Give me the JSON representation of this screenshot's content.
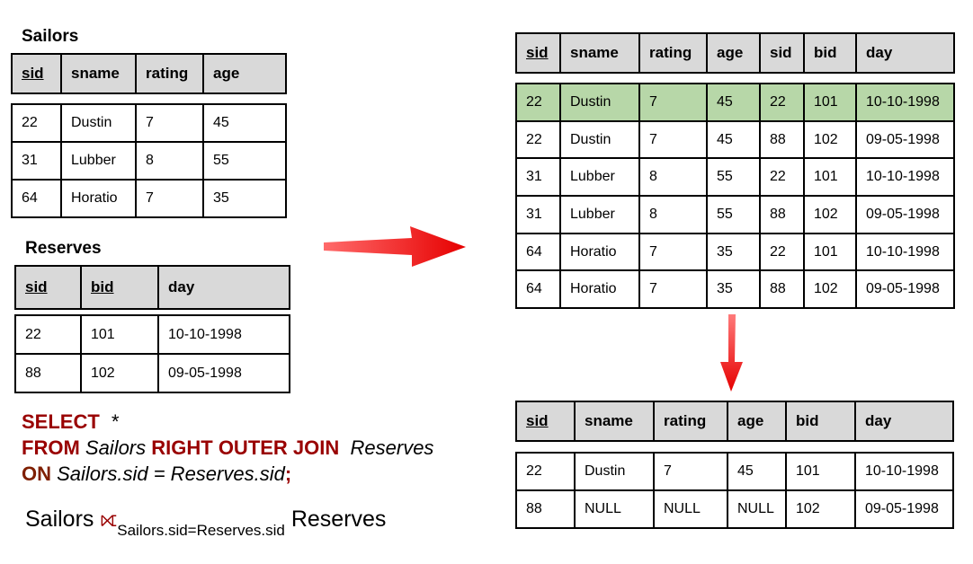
{
  "sailors": {
    "title": "Sailors",
    "headers": [
      {
        "label": "sid",
        "key": true
      },
      {
        "label": "sname",
        "key": false
      },
      {
        "label": "rating",
        "key": false
      },
      {
        "label": "age",
        "key": false
      }
    ],
    "rows": [
      [
        "22",
        "Dustin",
        "7",
        "45"
      ],
      [
        "31",
        "Lubber",
        "8",
        "55"
      ],
      [
        "64",
        "Horatio",
        "7",
        "35"
      ]
    ]
  },
  "reserves": {
    "title": "Reserves",
    "headers": [
      {
        "label": "sid",
        "key": true
      },
      {
        "label": "bid",
        "key": true
      },
      {
        "label": "day",
        "key": false
      }
    ],
    "rows": [
      [
        "22",
        "101",
        "10-10-1998"
      ],
      [
        "88",
        "102",
        "09-05-1998"
      ]
    ]
  },
  "cross": {
    "headers": [
      {
        "label": "sid",
        "key": true
      },
      {
        "label": "sname",
        "key": false
      },
      {
        "label": "rating",
        "key": false
      },
      {
        "label": "age",
        "key": false
      },
      {
        "label": "sid",
        "key": false
      },
      {
        "label": "bid",
        "key": false
      },
      {
        "label": "day",
        "key": false
      }
    ],
    "rows": [
      [
        "22",
        "Dustin",
        "7",
        "45",
        "22",
        "101",
        "10-10-1998"
      ],
      [
        "22",
        "Dustin",
        "7",
        "45",
        "88",
        "102",
        "09-05-1998"
      ],
      [
        "31",
        "Lubber",
        "8",
        "55",
        "22",
        "101",
        "10-10-1998"
      ],
      [
        "31",
        "Lubber",
        "8",
        "55",
        "88",
        "102",
        "09-05-1998"
      ],
      [
        "64",
        "Horatio",
        "7",
        "35",
        "22",
        "101",
        "10-10-1998"
      ],
      [
        "64",
        "Horatio",
        "7",
        "35",
        "88",
        "102",
        "09-05-1998"
      ]
    ],
    "highlight_row": 0,
    "highlight_color": "#b7d7a8"
  },
  "result": {
    "headers": [
      {
        "label": "sid",
        "key": true
      },
      {
        "label": "sname",
        "key": false
      },
      {
        "label": "rating",
        "key": false
      },
      {
        "label": "age",
        "key": false
      },
      {
        "label": "bid",
        "key": false
      },
      {
        "label": "day",
        "key": false
      }
    ],
    "rows": [
      [
        "22",
        "Dustin",
        "7",
        "45",
        "101",
        "10-10-1998"
      ],
      [
        "88",
        "NULL",
        "NULL",
        "NULL",
        "102",
        "09-05-1998"
      ]
    ]
  },
  "sql": {
    "select_kw": "SELECT",
    "star": "*",
    "from_kw": "FROM",
    "left_table": "Sailors",
    "join_kw": "RIGHT OUTER JOIN",
    "right_table": "Reserves",
    "on_kw": "ON",
    "condition": "Sailors.sid = Reserves.sid",
    "semicolon": ";"
  },
  "expression": {
    "left": "Sailors",
    "operator": "⟖",
    "subscript": "Sailors.sid=Reserves.sid",
    "right": "Reserves"
  },
  "colors": {
    "keyword": "#990000",
    "arrow": "#ee1111",
    "header_bg": "#d9d9d9",
    "highlight": "#b7d7a8"
  }
}
